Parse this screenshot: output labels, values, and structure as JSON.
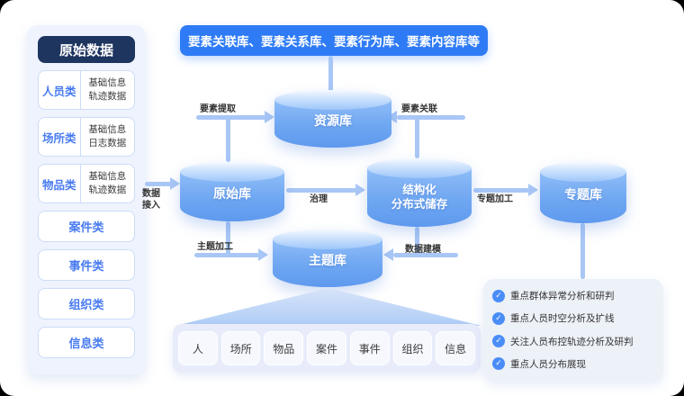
{
  "colors": {
    "banner_blue": "#2e7bf5",
    "sidebar_title_navy": "#1e3560",
    "category_blue": "#4a7cf0",
    "cylinder_blue": "#6ea6f1",
    "connector_blue": "#a9c7f6",
    "check_blue": "#4a8df8",
    "label_dark": "#333333"
  },
  "sidebar": {
    "title": "原始数据",
    "detail_items": [
      {
        "label": "人员类",
        "line1": "基础信息",
        "line2": "轨迹数据"
      },
      {
        "label": "场所类",
        "line1": "基础信息",
        "line2": "日志数据"
      },
      {
        "label": "物品类",
        "line1": "基础信息",
        "line2": "轨迹数据"
      }
    ],
    "simple_items": [
      "案件类",
      "事件类",
      "组织类",
      "信息类"
    ]
  },
  "banner": {
    "text": "要素关联库、要素关系库、要素行为库、要素内容库等"
  },
  "databases": {
    "resource": "资源库",
    "original": "原始库",
    "structured_line1": "结构化",
    "structured_line2": "分布式储存",
    "special": "专题库",
    "subject": "主题库"
  },
  "edge_labels": {
    "ingest_line1": "数据",
    "ingest_line2": "接入",
    "extract": "要素提取",
    "associate": "要素关联",
    "govern": "治理",
    "subject_build": "主题加工",
    "model": "数据建模",
    "special_build": "专题加工"
  },
  "entity_row": [
    "人",
    "场所",
    "物品",
    "案件",
    "事件",
    "组织",
    "信息"
  ],
  "analysis_panel": {
    "check_icon": "✓",
    "items": [
      "重点群体异常分析和研判",
      "重点人员时空分析及扩线",
      "关注人员布控轨迹分析及研判",
      "重点人员分布展现"
    ]
  }
}
